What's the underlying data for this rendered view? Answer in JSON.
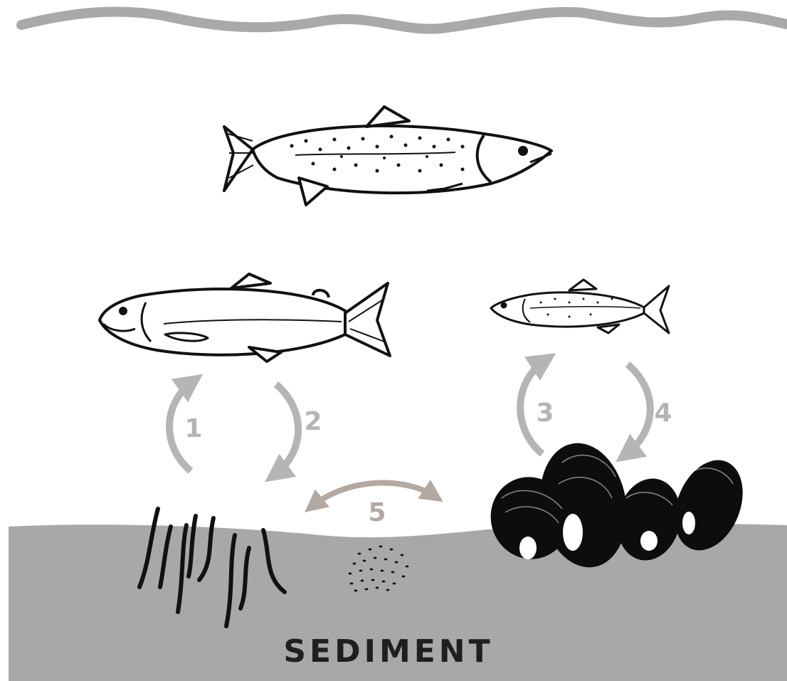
{
  "labels": {
    "sediment": "SEDIMENT",
    "arrow_1": "1",
    "arrow_2": "2",
    "arrow_3": "3",
    "arrow_4": "4",
    "arrow_5": "5"
  },
  "colors": {
    "surface_line": "#a9a9a9",
    "arrow_gray": "#b5b5b5",
    "arrow_5": "#b3a9a2",
    "sediment": "#a8a8a8",
    "ink": "#111111"
  }
}
